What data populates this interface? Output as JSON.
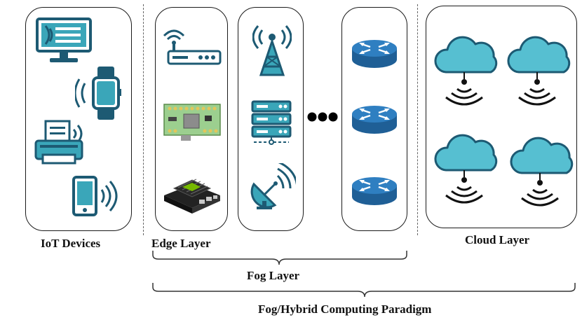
{
  "labels": {
    "iot_devices": "IoT Devices",
    "edge_layer": "Edge Layer",
    "cloud_layer": "Cloud Layer",
    "fog_layer": "Fog Layer",
    "paradigm": "Fog/Hybrid Computing Paradigm"
  },
  "colors": {
    "teal_dark": "#1d5a73",
    "teal": "#3aa6b9",
    "cloud": "#56bfd1",
    "router_blue": "#2f7fc1",
    "board_green": "#9ccf8f"
  },
  "icons": {
    "iot": [
      "monitor-icon",
      "smartwatch-icon",
      "printer-icon",
      "smartphone-icon"
    ],
    "edge": [
      "wifi-router-icon",
      "circuit-board-icon",
      "jetson-module-icon"
    ],
    "fog_column": [
      "cell-tower-icon",
      "server-rack-icon",
      "satellite-dish-icon"
    ],
    "fog_routers": [
      "network-router-icon",
      "network-router-icon",
      "network-router-icon"
    ],
    "cloud": [
      "cloud-wifi-icon",
      "cloud-wifi-icon",
      "cloud-wifi-icon",
      "cloud-wifi-icon"
    ]
  }
}
